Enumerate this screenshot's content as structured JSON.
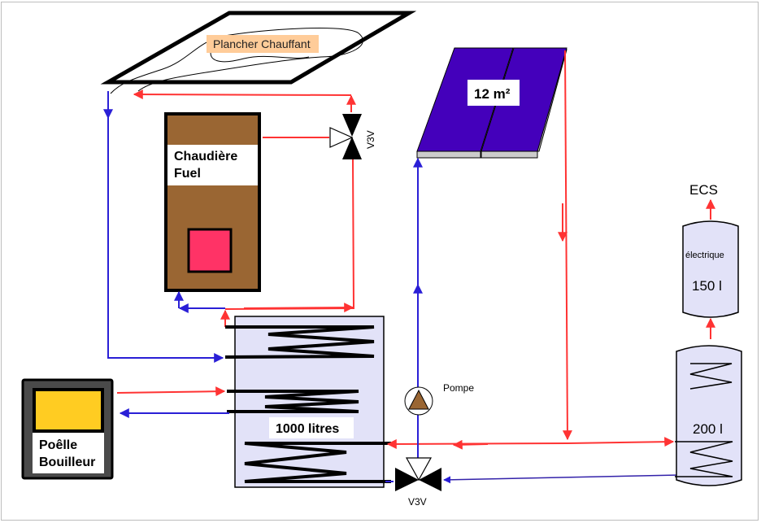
{
  "title": "Schéma hydraulique chauffage",
  "colors": {
    "hot_pipe": "#ff3333",
    "cold_pipe": "#2a1fd6",
    "boiler_body": "#9a6633",
    "boiler_window": "#ff3366",
    "stove_body": "#4a4a4a",
    "stove_fire": "#ffcc22",
    "tank_fill": "#e2e2f8",
    "collector_fill": "#4400bb",
    "pump_fill": "#9a6633",
    "label_floor_bg": "#ffcc99"
  },
  "components": {
    "floor_heating": {
      "label": "Plancher Chauffant"
    },
    "boiler": {
      "label_line1": "Chaudière",
      "label_line2": "Fuel"
    },
    "valve_top": {
      "label": "V3V"
    },
    "solar_collector": {
      "label": "12 m²"
    },
    "storage_tank": {
      "label": "1000 litres"
    },
    "stove": {
      "label_line1": "Poêlle",
      "label_line2": "Bouilleur"
    },
    "pump": {
      "label": "Pompe"
    },
    "valve_bottom": {
      "label": "V3V"
    },
    "dhw_tank": {
      "label": "200 l"
    },
    "electric_heater": {
      "label_line1": "électrique",
      "label_line2": "150 l"
    },
    "dhw_outlet": {
      "label": "ECS"
    }
  }
}
